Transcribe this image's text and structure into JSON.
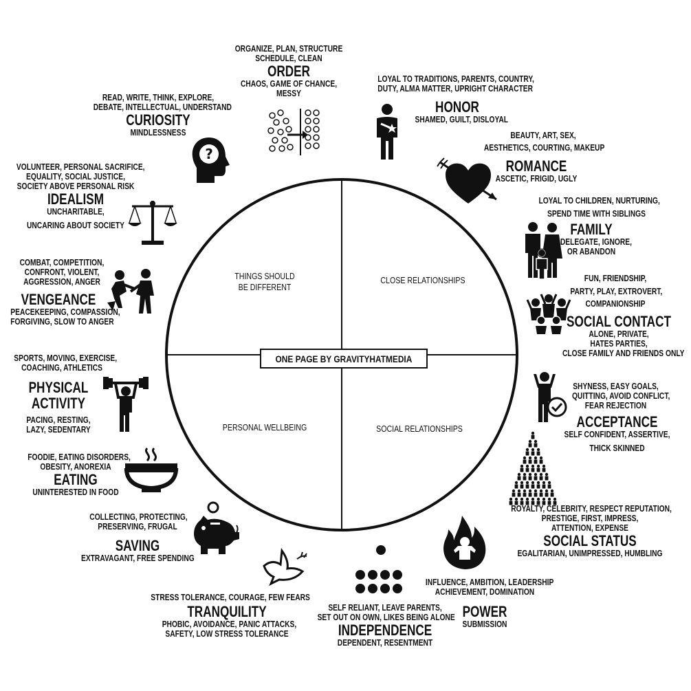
{
  "center_label": "ONE PAGE  BY GRAVITYHATMEDIA",
  "quadrants": {
    "top_left": [
      "THINGS SHOULD",
      "BE DIFFERENT"
    ],
    "top_right": [
      "CLOSE RELATIONSHIPS"
    ],
    "bottom_left": [
      "PERSONAL WELLBEING"
    ],
    "bottom_right": [
      "SOCIAL RELATIONSHIPS"
    ]
  },
  "desires": {
    "order": {
      "high": [
        "ORGANIZE, PLAN, STRUCTURE",
        "SCHEDULE, CLEAN"
      ],
      "name": "ORDER",
      "low": [
        "CHAOS, GAME OF CHANCE,",
        "MESSY"
      ],
      "icon": "order-sort-icon"
    },
    "honor": {
      "high": [
        "LOYAL TO TRADITIONS, PARENTS, COUNTRY,",
        "DUTY, ALMA MATTER, UPRIGHT CHARACTER"
      ],
      "name": "HONOR",
      "low": [
        "SHAMED, GUILT, DISLOYAL"
      ],
      "icon": "honor-person-icon"
    },
    "curiosity": {
      "high": [
        "READ, WRITE, THINK, EXPLORE,",
        "DEBATE, INTELLECTUAL, UNDERSTAND"
      ],
      "name": "CURIOSITY",
      "low": [
        "MINDLESSNESS"
      ],
      "icon": "question-head-icon"
    },
    "romance": {
      "high": [
        "BEAUTY, ART, SEX,",
        "AESTHETICS, COURTING, MAKEUP"
      ],
      "name": "ROMANCE",
      "low": [
        "ASCETIC, FRIGID, UGLY"
      ],
      "icon": "heart-arrow-icon"
    },
    "idealism": {
      "high": [
        "VOLUNTEER, PERSONAL SACRIFICE,",
        "EQUALITY, SOCIAL  JUSTICE,",
        "SOCIETY ABOVE PERSONAL RISK"
      ],
      "name": "IDEALISM",
      "low": [
        "UNCHARITABLE,",
        "UNCARING ABOUT SOCIETY"
      ],
      "icon": "scales-icon"
    },
    "family": {
      "high": [
        "LOYAL TO CHILDREN, NURTURING,",
        "SPEND TIME WITH SIBLINGS"
      ],
      "name": "FAMILY",
      "low": [
        "DELEGATE, IGNORE,",
        "OR ABANDON"
      ],
      "icon": "family-icon"
    },
    "vengeance": {
      "high": [
        "COMBAT, COMPETITION,",
        "CONFRONT,  VIOLENT,",
        "AGGRESSION, ANGER"
      ],
      "name": "VENGEANCE",
      "low": [
        "PEACEKEEPING, COMPASSION,",
        "FORGIVING, SLOW TO ANGER"
      ],
      "icon": "fight-icon"
    },
    "social_contact": {
      "high": [
        "FUN, FRIENDSHIP,",
        "PARTY, PLAY, EXTROVERT,",
        "COMPANIONSHIP"
      ],
      "name": "SOCIAL CONTACT",
      "low": [
        "ALONE, PRIVATE,",
        "HATES PARTIES,",
        "CLOSE FAMILY AND FRIENDS ONLY"
      ],
      "icon": "crowd-icon"
    },
    "physical_activity": {
      "high": [
        "SPORTS, MOVING, EXERCISE,",
        "COACHING, ATHLETICS"
      ],
      "name": [
        "PHYSICAL",
        "ACTIVITY"
      ],
      "low": [
        "PACING, RESTING,",
        "LAZY, SEDENTARY"
      ],
      "icon": "weightlifter-icon"
    },
    "acceptance": {
      "high": [
        "SHYNESS, EASY GOALS,",
        "QUITTING, AVOID CONFLICT,",
        "FEAR REJECTION"
      ],
      "name": "ACCEPTANCE",
      "low": [
        "SELF CONFIDENT, ASSERTIVE,",
        "THICK SKINNED"
      ],
      "icon": "accepted-person-icon"
    },
    "eating": {
      "high": [
        "FOODIE, EATING DISORDERS,",
        "OBESITY, ANOREXIA"
      ],
      "name": "EATING",
      "low": [
        "UNINTERESTED IN FOOD"
      ],
      "icon": "bowl-icon"
    },
    "social_status": {
      "high": [
        "ROYALTY, CELEBRITY, RESPECT REPUTATION,",
        "PRESTIGE, FIRST, IMPRESS,",
        "ATTENTION, EXPENSE"
      ],
      "name": "SOCIAL STATUS",
      "low": [
        "EGALITARIAN, UNIMPRESSED, HUMBLING"
      ],
      "icon": "pyramid-icon"
    },
    "saving": {
      "high": [
        "COLLECTING, PROTECTING,",
        "PRESERVING, FRUGAL"
      ],
      "name": "SAVING",
      "low": [
        "EXTRAVAGANT, FREE SPENDING"
      ],
      "icon": "piggy-bank-icon"
    },
    "power": {
      "high": [
        "INFLUENCE, AMBITION, LEADERSHIP",
        "ACHIEVEMENT, DOMINATION"
      ],
      "name": "POWER",
      "low": [
        "SUBMISSION"
      ],
      "icon": "fire-person-icon"
    },
    "tranquility": {
      "high": [
        "STRESS TOLERANCE, COURAGE, FEW FEARS"
      ],
      "name": "TRANQUILITY",
      "low": [
        "PHOBIC, AVOIDANCE, PANIC ATTACKS,",
        "SAFETY, LOW STRESS TOLERANCE"
      ],
      "icon": "dove-icon"
    },
    "independence": {
      "high": [
        "SELF RELIANT, LEAVE PARENTS,",
        "SET OUT ON OWN, LIKES BEING ALONE"
      ],
      "name": "INDEPENDENCE",
      "low": [
        "DEPENDENT, RESENTMENT"
      ],
      "icon": "dots-icon"
    }
  }
}
